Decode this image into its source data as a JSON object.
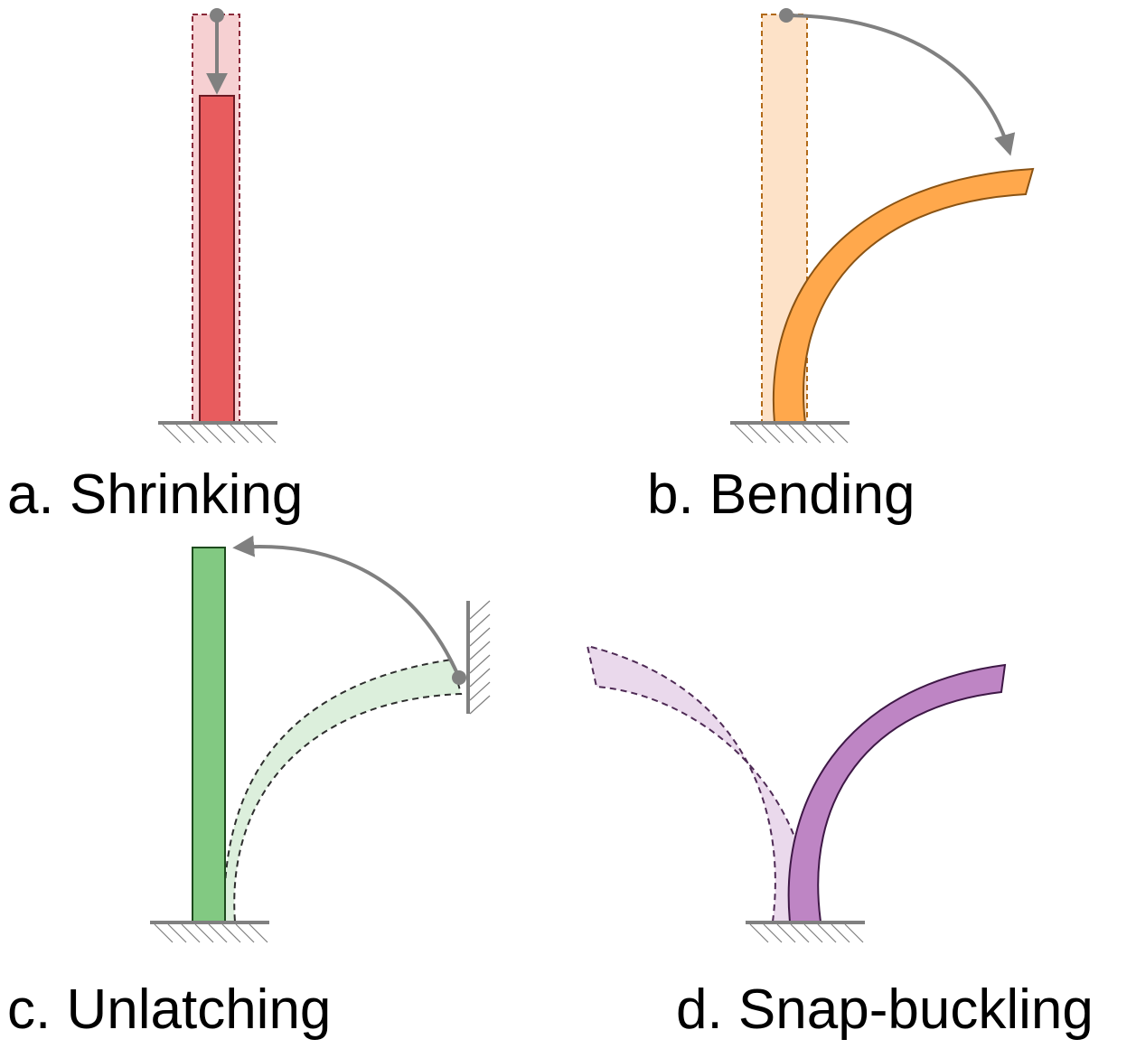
{
  "panels": {
    "a": {
      "caption": "a. Shrinking"
    },
    "b": {
      "caption": "b. Bending"
    },
    "c": {
      "caption": "c. Unlatching"
    },
    "d": {
      "caption": "d. Snap-buckling"
    }
  },
  "colors": {
    "shrinking": "#e85c5e",
    "shrinking_ghost": "#f6d0d2",
    "bending": "#ffa84c",
    "bending_ghost": "#fde2c8",
    "unlatching": "#82c982",
    "unlatching_ghost": "#dcefdc",
    "snap_buckling": "#be85c4",
    "snap_buckling_ghost": "#ead9ec",
    "arrow": "#808080",
    "ground": "#808080"
  },
  "icons": [
    "fixed-ground-support",
    "fixed-wall-support",
    "motion-arrow",
    "pivot-point"
  ]
}
